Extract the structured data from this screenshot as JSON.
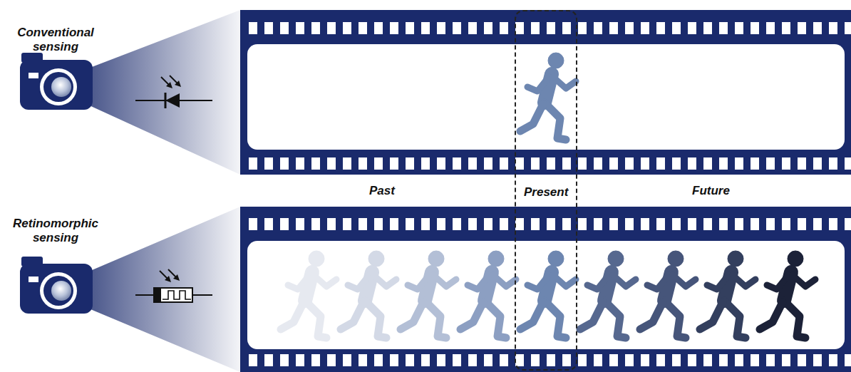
{
  "diagram": {
    "nodes": [
      {
        "text": [
          "Present"
        ]
      }
    ],
    "labels": [
      "Conventional sensing",
      "Retinomorphic sensing",
      "Past",
      "Future"
    ]
  }
}
